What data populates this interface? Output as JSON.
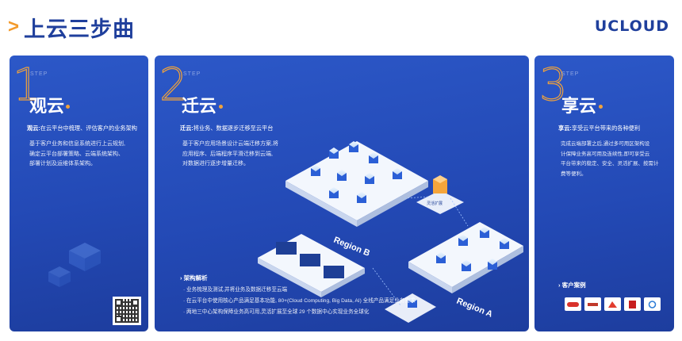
{
  "header": {
    "chevron": ">",
    "title": "上云三步曲",
    "brand": "UCLOUD"
  },
  "steps": [
    {
      "num": "1",
      "step_word": "STEP",
      "title": "观云",
      "lead_label": "观云:",
      "lead_text": "在云平台中梳理、评估客户的业务架构",
      "desc_lines": [
        "基于客户业务和信息系统进行上云规划,",
        "确定云平台部署策略、云端系统架构、",
        "部署计划及运维体系架构。"
      ]
    },
    {
      "num": "2",
      "step_word": "STEP",
      "title": "迁云",
      "lead_label": "迁云:",
      "lead_text": "将业务、数据逐步迁移至云平台",
      "desc_lines": [
        "基于客户应用场景设计云端迁移方案,将",
        "应用程序、后端程序平滑迁移到云端,",
        "对数据进行逐步增量迁移。"
      ],
      "arch_title": "架构解析",
      "arch_items": [
        "业务梳理及测试,并将业务及数据迁移至云端",
        "在云平台中使用核心产品满足基本功能, 80+(Cloud Computing, Big Data, AI) 全线产品满足业务需求",
        "两地三中心架构保障业务高可用,灵活扩展至全球 29 个数据中心实现业务全球化"
      ],
      "region_b": "Region B",
      "region_a": "Region A",
      "middle_label": "灵活扩展"
    },
    {
      "num": "3",
      "step_word": "STEP",
      "title": "享云",
      "lead_label": "享云:",
      "lead_text": "享受云平台带来的各种便利",
      "desc_lines": [
        "完成云端部署之后,通过多可用区架构设",
        "计保障业务高可用及连续性,即可享受云",
        "平台带来的稳定、安全、灵活扩展、按需计",
        "费等便利。"
      ],
      "cases_title": "客户案例"
    }
  ],
  "colors": {
    "panel": "#2349b5",
    "accent": "#f0a23b",
    "title": "#1f3f9c"
  }
}
